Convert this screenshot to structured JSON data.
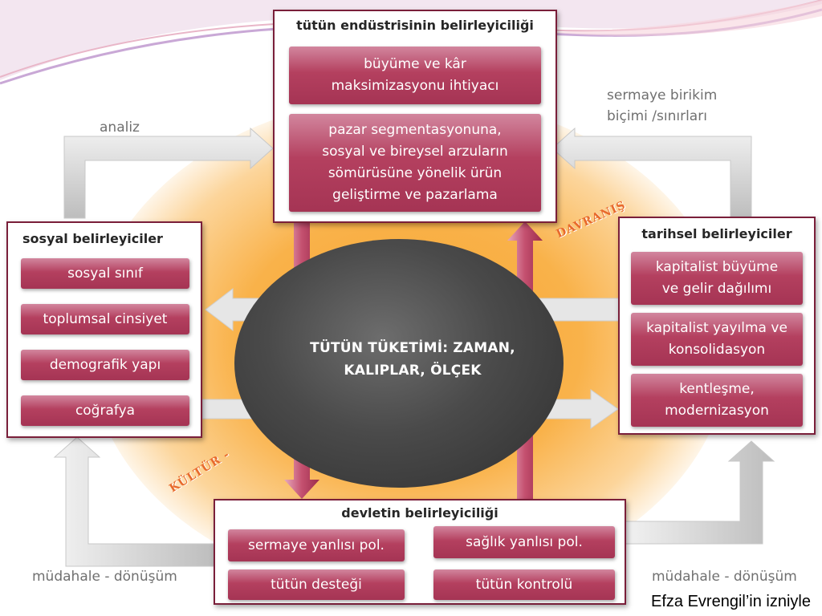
{
  "center": {
    "title_line1": "TÜTÜN TÜKETİMİ: ZAMAN,",
    "title_line2": "KALIPLAR, ÖLÇEK"
  },
  "industry": {
    "title": "tütün endüstrisinin belirleyiciliği",
    "items": [
      {
        "lines": [
          "büyüme ve kâr",
          "maksimizasyonu ihtiyacı"
        ]
      },
      {
        "lines": [
          "pazar segmentasyonuna,",
          "sosyal ve bireysel arzuların",
          "sömürüsüne yönelik ürün",
          "geliştirme ve pazarlama"
        ]
      }
    ]
  },
  "social": {
    "title": "sosyal belirleyiciler",
    "items": [
      "sosyal sınıf",
      "toplumsal cinsiyet",
      "demografik yapı",
      "coğrafya"
    ]
  },
  "historical": {
    "title": "tarihsel belirleyiciler",
    "items": [
      {
        "lines": [
          "kapitalist büyüme",
          "ve gelir dağılımı"
        ]
      },
      {
        "lines": [
          "kapitalist yayılma ve",
          "konsolidasyon"
        ]
      },
      {
        "lines": [
          "kentleşme,",
          "modernizasyon"
        ]
      }
    ]
  },
  "state": {
    "title": "devletin belirleyiciliği",
    "left_items": [
      "sermaye yanlısı  pol.",
      "tütün desteği"
    ],
    "right_items": [
      "sağlık yanlısı pol.",
      "tütün kontrolü"
    ]
  },
  "labels": {
    "analiz": "analiz",
    "sermaye_line1": "sermaye birikim",
    "sermaye_line2": "biçimi /sınırları",
    "mudahale_left": "müdahale - dönüşüm",
    "mudahale_right": "müdahale - dönüşüm",
    "kultur": "KÜLTÜR -",
    "davranis": "DAVRANIŞ"
  },
  "credit": "Efza Evrengil’in izniyle",
  "colors": {
    "accent": "#a53454",
    "border": "#7a1f3a",
    "glow": "#f7a531",
    "center": "#4a4a4a"
  }
}
